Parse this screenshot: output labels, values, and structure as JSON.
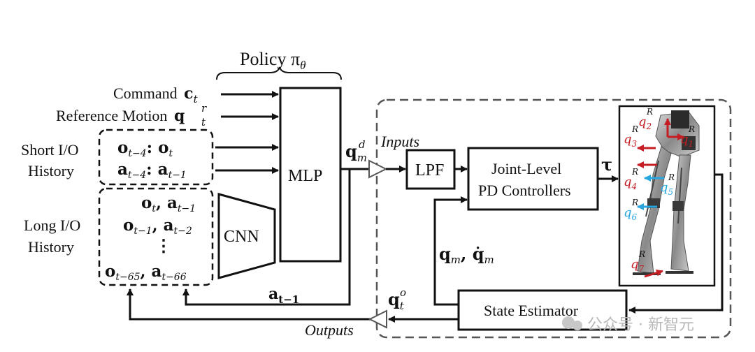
{
  "policy": {
    "title": "Policy π",
    "title_sub": "θ"
  },
  "inputs": {
    "command_label": "Command",
    "command_sym": "c",
    "command_sub": "t",
    "reference_label": "Reference Motion",
    "reference_sym": "q",
    "reference_sub": "t",
    "reference_sup": "r"
  },
  "short_history": {
    "label_line1": "Short I/O",
    "label_line2": "History",
    "row1": "o",
    "row1_sub": "t−4",
    "row1_mid": ": o",
    "row1_sub2": "t",
    "row2": "a",
    "row2_sub": "t−4",
    "row2_mid": ": a",
    "row2_sub2": "t−1"
  },
  "long_history": {
    "label_line1": "Long I/O",
    "label_line2": "History",
    "row1_o": "o",
    "row1_o_sub": "t",
    "row1_a": ", a",
    "row1_a_sub": "t−1",
    "row2_o": "o",
    "row2_o_sub": "t−1",
    "row2_a": ", a",
    "row2_a_sub": "t−2",
    "dots": "⋮",
    "row3_o": "o",
    "row3_o_sub": "t−65",
    "row3_a": ", a",
    "row3_a_sub": "t−66"
  },
  "blocks": {
    "cnn": "CNN",
    "mlp": "MLP",
    "lpf": "LPF",
    "pd_line1": "Joint-Level",
    "pd_line2": "PD Controllers",
    "state_estimator": "State Estimator"
  },
  "signals": {
    "qmd_sym": "q",
    "qmd_sub": "m",
    "qmd_sup": "d",
    "tau": "τ",
    "qm_text": "q",
    "qm_sub": "m",
    "qm_sep": ", q̇",
    "qm_sub2": "m",
    "qto_sym": "q",
    "qto_sub": "t",
    "qto_sup": "o",
    "at1_sym": "a",
    "at1_sub": "t−1",
    "inputs": "Inputs",
    "outputs": "Outputs"
  },
  "robot_joints": [
    {
      "sym": "q",
      "sub": "2",
      "sup": "R",
      "color": "#c41e24"
    },
    {
      "sym": "q",
      "sub": "3",
      "sup": "R",
      "color": "#c41e24"
    },
    {
      "sym": "q",
      "sub": "1",
      "sup": "R",
      "color": "#c41e24"
    },
    {
      "sym": "q",
      "sub": "4",
      "sup": "R",
      "color": "#c41e24"
    },
    {
      "sym": "q",
      "sub": "5",
      "sup": "R",
      "color": "#27a6e0"
    },
    {
      "sym": "q",
      "sub": "6",
      "sup": "R",
      "color": "#27a6e0"
    },
    {
      "sym": "q",
      "sub": "7",
      "sup": "R",
      "color": "#c41e24"
    }
  ],
  "watermark": "公众号 · 新智元",
  "colors": {
    "line": "#111111",
    "dash": "#555555",
    "red": "#c41e24",
    "blue": "#27a6e0"
  }
}
